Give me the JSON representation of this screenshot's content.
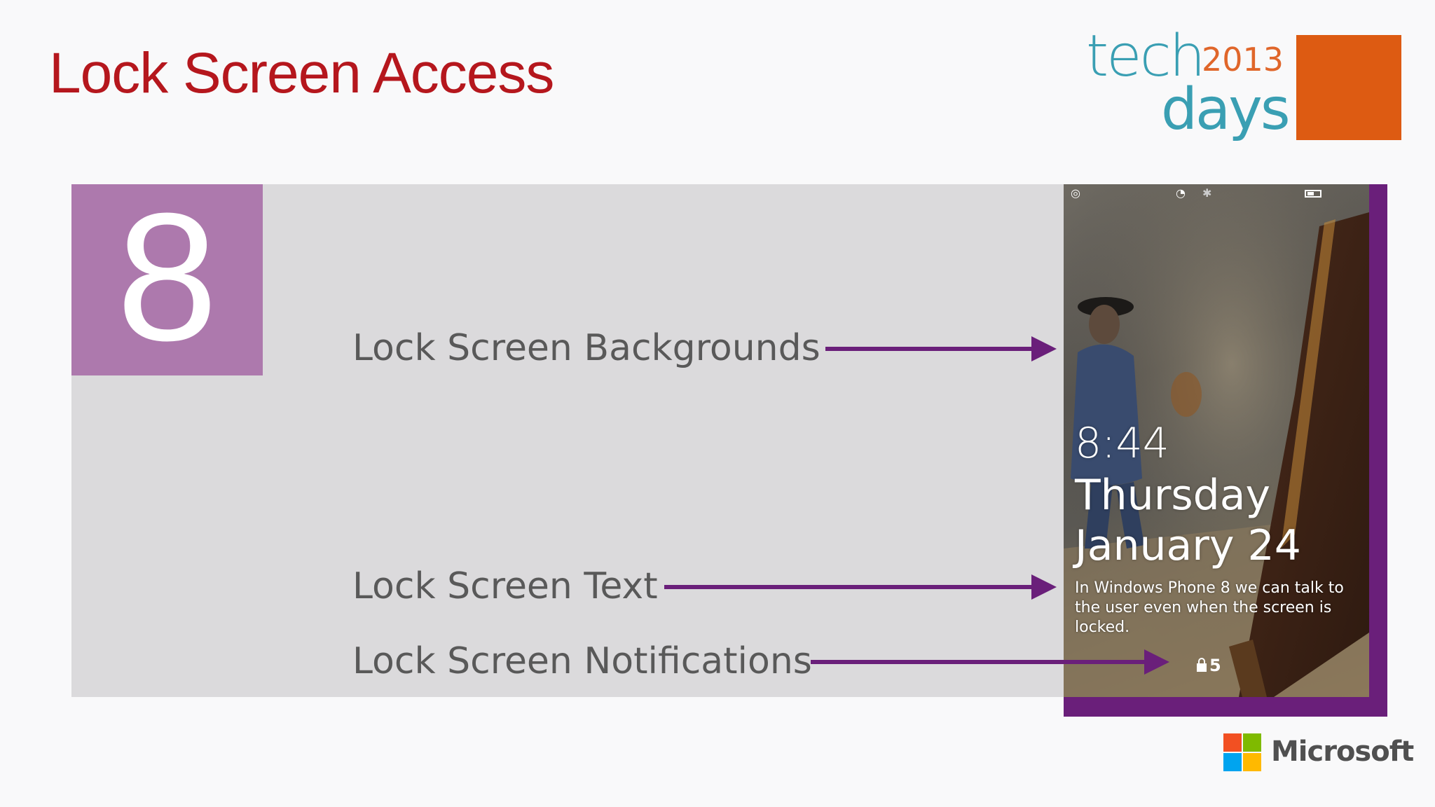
{
  "slide": {
    "title": "Lock Screen Access",
    "number": "8",
    "features": [
      "Lock Screen Backgrounds",
      "Lock Screen Text",
      "Lock Screen Notifications"
    ]
  },
  "logo": {
    "word1": "tech",
    "year": "2013",
    "word2": "days"
  },
  "phone": {
    "time": "8:44",
    "day": "Thursday",
    "date": "January 24",
    "message": "In Windows Phone 8 we can talk to the user even when the screen is locked.",
    "notification_count": "5"
  },
  "footer": {
    "brand": "Microsoft"
  },
  "colors": {
    "title": "#b5171d",
    "accent_purple": "#6a1f7a",
    "tile": "#ad79ad",
    "panel": "#dbdadc",
    "logo_teal": "#3a9fb3",
    "logo_orange": "#dd5b12"
  }
}
